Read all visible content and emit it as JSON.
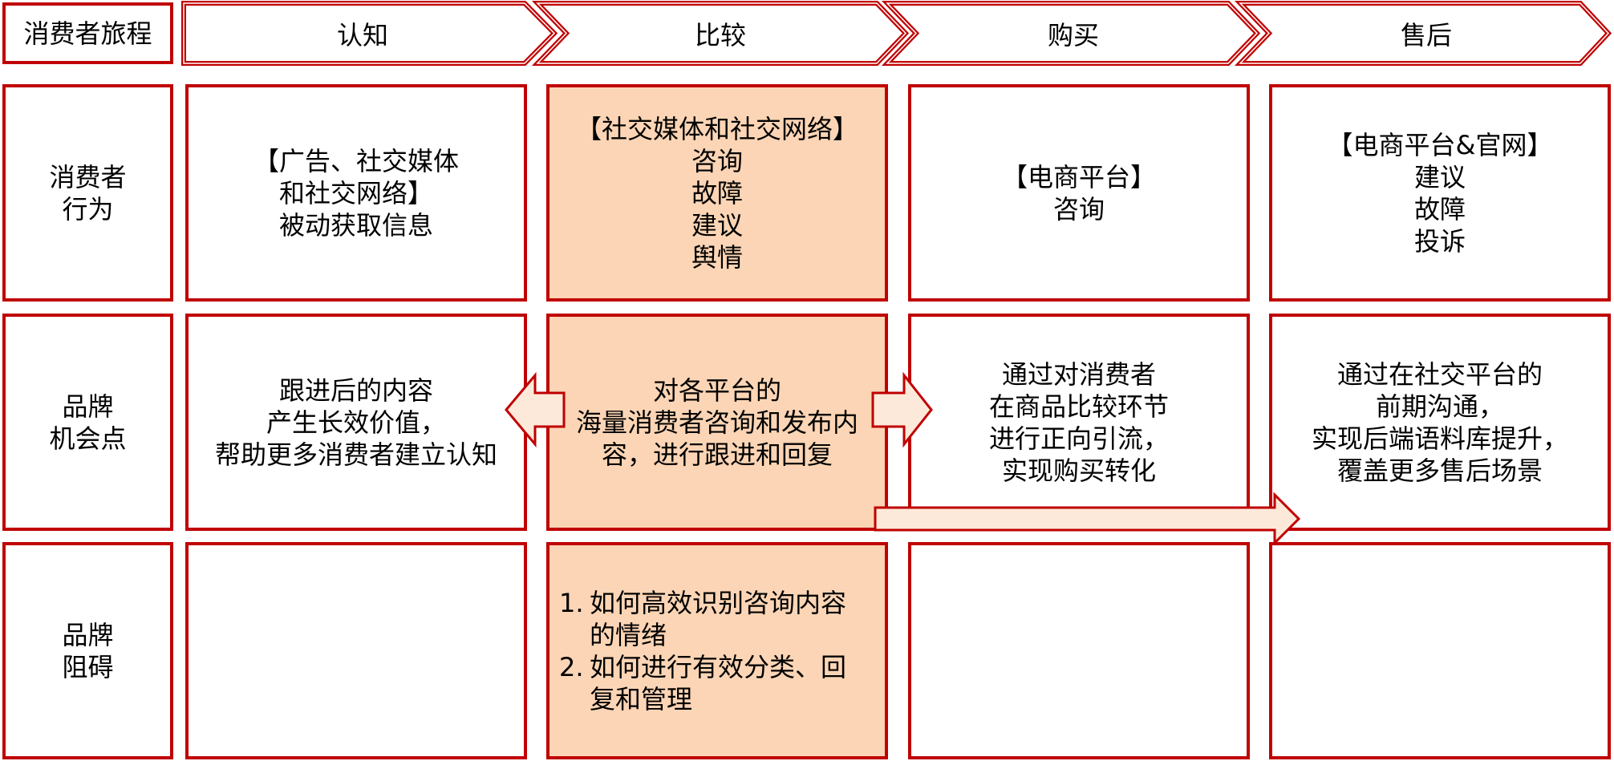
{
  "header": {
    "corner_label": "消费者旅程",
    "stages": [
      "认知",
      "比较",
      "购买",
      "售后"
    ]
  },
  "rows": [
    {
      "label_lines": [
        "消费者",
        "行为"
      ],
      "cells": [
        {
          "lines": [
            "【广告、社交媒体",
            "和社交网络】",
            "被动获取信息"
          ]
        },
        {
          "lines": [
            "【社交媒体和社交网络】",
            "咨询",
            "故障",
            "建议",
            "舆情"
          ]
        },
        {
          "lines": [
            "【电商平台】",
            "咨询"
          ]
        },
        {
          "lines": [
            "【电商平台&官网】",
            "建议",
            "故障",
            "投诉"
          ]
        }
      ]
    },
    {
      "label_lines": [
        "品牌",
        "机会点"
      ],
      "cells": [
        {
          "lines": [
            "跟进后的内容",
            "产生长效价值，",
            "帮助更多消费者建立认知"
          ]
        },
        {
          "lines": [
            "对各平台的",
            "海量消费者咨询和发布内",
            "容，进行跟进和回复"
          ]
        },
        {
          "lines": [
            "通过对消费者",
            "在商品比较环节",
            "进行正向引流，",
            "实现购买转化"
          ]
        },
        {
          "lines": [
            "通过在社交平台的",
            "前期沟通，",
            "实现后端语料库提升，",
            "覆盖更多售后场景"
          ]
        }
      ]
    },
    {
      "label_lines": [
        "品牌",
        "阻碍"
      ],
      "cells": [
        {
          "lines": []
        },
        {
          "list": [
            {
              "num": "1.",
              "text": "如何高效识别咨询内容的情绪"
            },
            {
              "num": "2.",
              "text": "如何进行有效分类、回复和管理"
            }
          ]
        },
        {
          "lines": []
        },
        {
          "lines": []
        }
      ]
    }
  ],
  "colors": {
    "border": "#C00000",
    "highlight_fill": "#FBD5B5",
    "arrow_fill": "#FDE9D9"
  }
}
